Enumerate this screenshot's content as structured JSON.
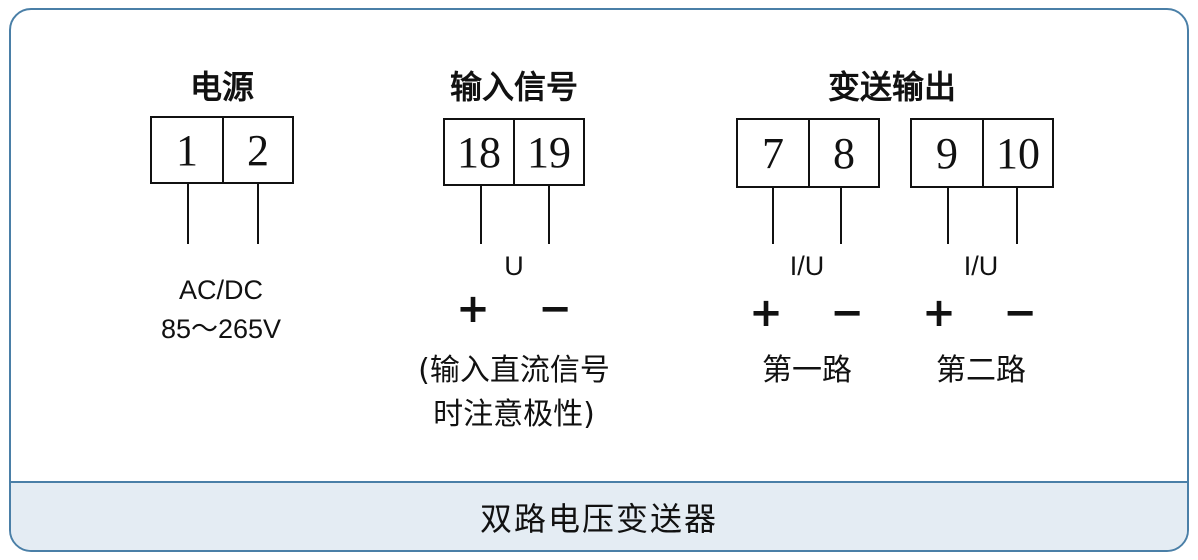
{
  "groups": {
    "power": {
      "title": "电源",
      "terminals": [
        "1",
        "2"
      ],
      "label_line1": "AC/DC",
      "label_line2": "85～265V"
    },
    "input": {
      "title": "输入信号",
      "terminals": [
        "18",
        "19"
      ],
      "signal": "U",
      "plus": "+",
      "minus": "−",
      "note_line1": "(输入直流信号",
      "note_line2": "时注意极性)"
    },
    "output": {
      "title": "变送输出",
      "ch1": {
        "terminals": [
          "7",
          "8"
        ],
        "signal": "I/U",
        "plus": "+",
        "minus": "−",
        "name": "第一路"
      },
      "ch2": {
        "terminals": [
          "9",
          "10"
        ],
        "signal": "I/U",
        "plus": "+",
        "minus": "−",
        "name": "第二路"
      }
    }
  },
  "footer": {
    "title": "双路电压变送器"
  }
}
